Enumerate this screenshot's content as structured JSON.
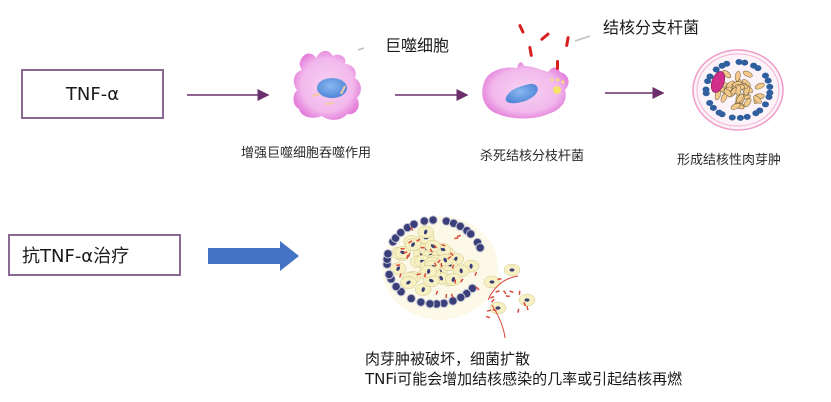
{
  "row1": {
    "source_box": "TNF-α",
    "macrophage_callout": "巨噬细胞",
    "bacteria_callout": "结核分支杆菌",
    "step1_caption": "增强巨噬细胞吞噬作用",
    "step2_caption": "杀死结核分枝杆菌",
    "step3_caption": "形成结核性肉芽肿"
  },
  "row2": {
    "source_box": "抗TNF-α治疗",
    "caption_line1": "肉芽肿被破坏，细菌扩散",
    "caption_line2": "TNFi可能会增加结核感染的几率或引起结核再燃"
  },
  "colors": {
    "box_border": "#8a6a94",
    "thin_arrow": "#6b2f6b",
    "block_arrow": "#4472c4",
    "macrophage_fill": "#f2b8ec",
    "macrophage_edge": "#e27ad8",
    "nucleus": "#6a9de0",
    "bacteria": "#d91e1e",
    "granuloma_cell": "#f5efc0",
    "lymphocyte": "#3a3f7a"
  }
}
